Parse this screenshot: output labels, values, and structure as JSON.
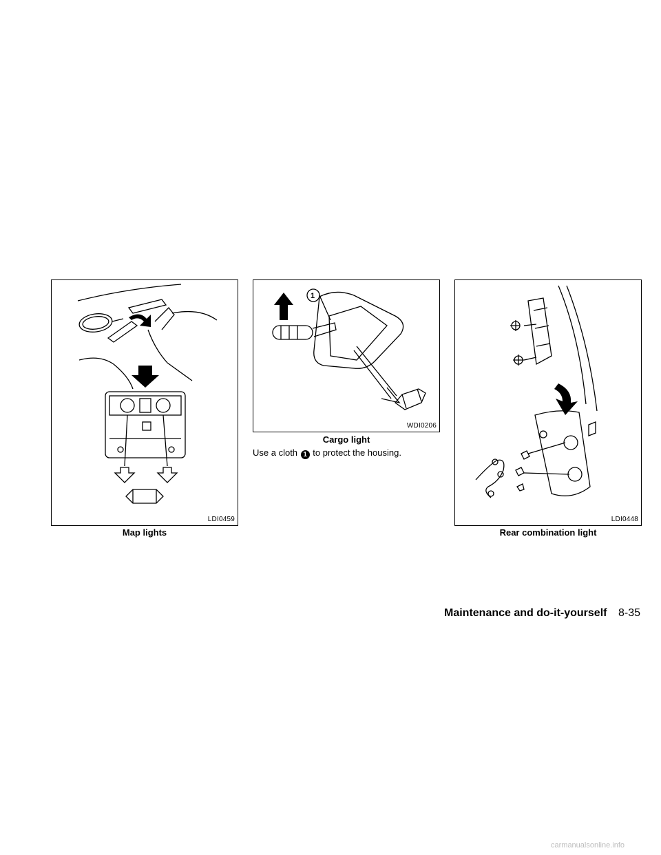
{
  "figures": [
    {
      "code": "LDI0459",
      "caption": "Map lights"
    },
    {
      "code": "WDI0206",
      "caption": "Cargo light",
      "callout": "1"
    },
    {
      "code": "LDI0448",
      "caption": "Rear combination light"
    }
  ],
  "body": {
    "text_before": "Use a cloth",
    "marker": "1",
    "text_after": "to protect the housing."
  },
  "footer": {
    "section_title": "Maintenance and do-it-yourself",
    "page_number": "8-35"
  },
  "watermark": "carmanualsonline.info"
}
